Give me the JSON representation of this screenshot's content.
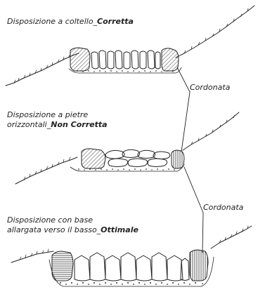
{
  "captions": {
    "first": {
      "text": "Disposizione a coltello_",
      "emphasis": "Corretta"
    },
    "second": {
      "line1": "Disposizione a pietre",
      "line2": "orizzontali_",
      "emphasis": "Non Corretta"
    },
    "third": {
      "line1": "Disposizione con base",
      "line2": "allargata verso il basso_",
      "emphasis": "Ottimale"
    }
  },
  "labels": {
    "cordonata_top": "Cordonata",
    "cordonata_bottom": "Cordonata"
  },
  "colors": {
    "ink": "#222222",
    "background": "#ffffff"
  }
}
